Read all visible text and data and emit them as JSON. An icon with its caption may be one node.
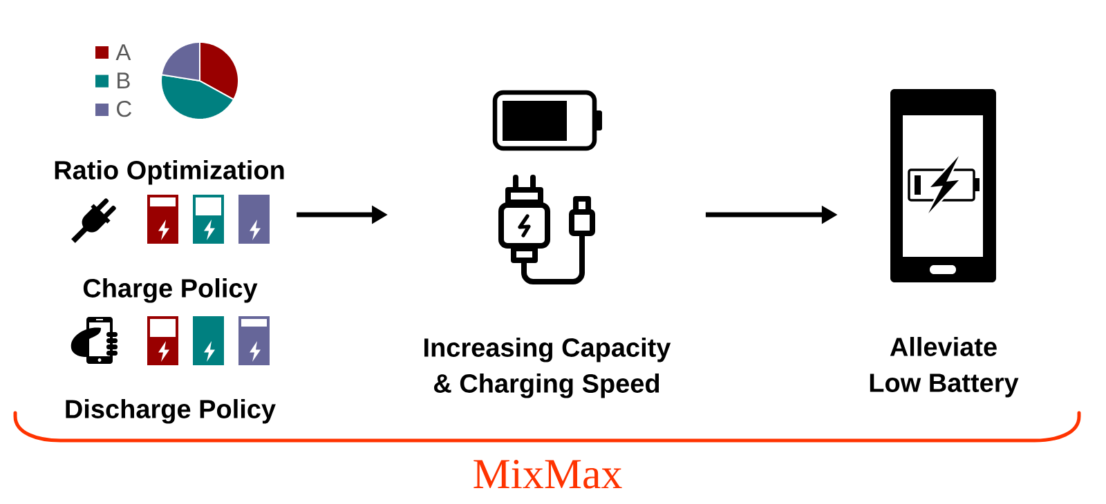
{
  "diagram": {
    "nodes": [
      {
        "text": [
          "Ratio Optimization"
        ]
      },
      {
        "text": [
          "Charge Policy"
        ]
      },
      {
        "text": [
          "Discharge Policy"
        ]
      },
      {
        "text": [
          "Increasing Capacity & Charging Speed"
        ]
      },
      {
        "text": [
          "Alleviate Low Battery"
        ]
      }
    ],
    "edges": [
      {
        "from": 1,
        "to": 3,
        "arrow": "to"
      },
      {
        "from": 3,
        "to": 4,
        "arrow": "to"
      }
    ],
    "labels": [
      "MixMax"
    ],
    "legend": [
      {
        "text": "A",
        "color": "#990000"
      },
      {
        "text": "B",
        "color": "#008080"
      },
      {
        "text": "C",
        "color": "#666699"
      }
    ]
  }
}
